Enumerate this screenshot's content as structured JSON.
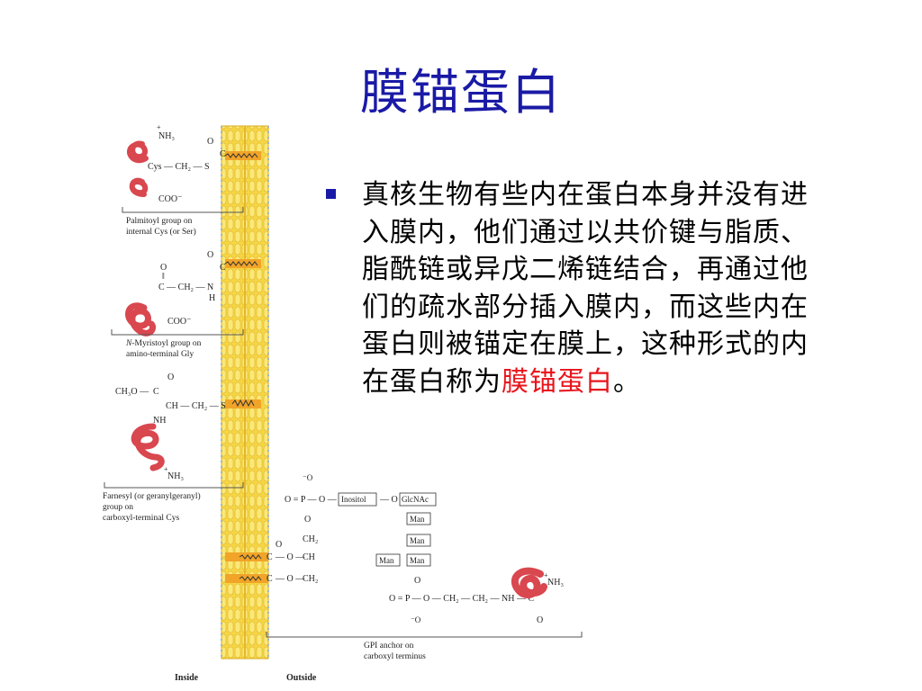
{
  "slide": {
    "title": "膜锚蛋白",
    "text_before": "真核生物有些内在蛋白本身并没有进入膜内，他们通过以共价键与脂质、脂酰链或异戊二烯链结合，再通过他们的疏水部分插入膜内，而这些内在蛋白则被锚定在膜上，这种形式的内在蛋白称为",
    "text_highlight": "膜锚蛋白",
    "text_after": "。"
  },
  "diagram": {
    "palmitoyl": {
      "nh3": "NH₃",
      "plus": "+",
      "o": "O",
      "c": "C",
      "chain": "Cys — CH₂ — S",
      "coo": "COO⁻",
      "caption1": "Palmitoyl group on",
      "caption2": "internal Cys (or Ser)"
    },
    "myristoyl": {
      "o": "O",
      "c": "C",
      "chain": "C — CH₂ — N",
      "h": "H",
      "dbl": "‖",
      "coo": "COO⁻",
      "caption1_prefix": "N",
      "caption1": "-Myristoyl group on",
      "caption2": "amino-terminal Gly"
    },
    "farnesyl": {
      "o": "O",
      "c": "C",
      "ch3o": "CH₃O —",
      "chain": "CH — CH₂ — S",
      "nh": "NH",
      "nh3": "NH₃",
      "plus": "+",
      "caption1": "Farnesyl (or geranylgeranyl)",
      "caption2": "group on",
      "caption3": "carboxyl-terminal Cys"
    },
    "gpi": {
      "o_minus_top": "⁻O",
      "p_row": "O = P — O —",
      "o": "O",
      "ch2": "CH₂",
      "c": "C",
      "ch": "CH",
      "o_dash": "— O —",
      "inositol": "Inositol",
      "glcnac": "GlcNAc",
      "man": "Man",
      "lower_row": "O = P — O — CH₂ — CH₂ — NH — C",
      "o_minus_bottom": "⁻O",
      "nh3": "NH₃",
      "plus": "+",
      "caption1": "GPI anchor on",
      "caption2": "carboxyl terminus"
    },
    "labels": {
      "inside": "Inside",
      "outside": "Outside"
    }
  },
  "colors": {
    "title": "#1a1aa6",
    "highlight": "#e8141c",
    "membrane": "#f2cf3a",
    "protein": "#d9474f"
  }
}
